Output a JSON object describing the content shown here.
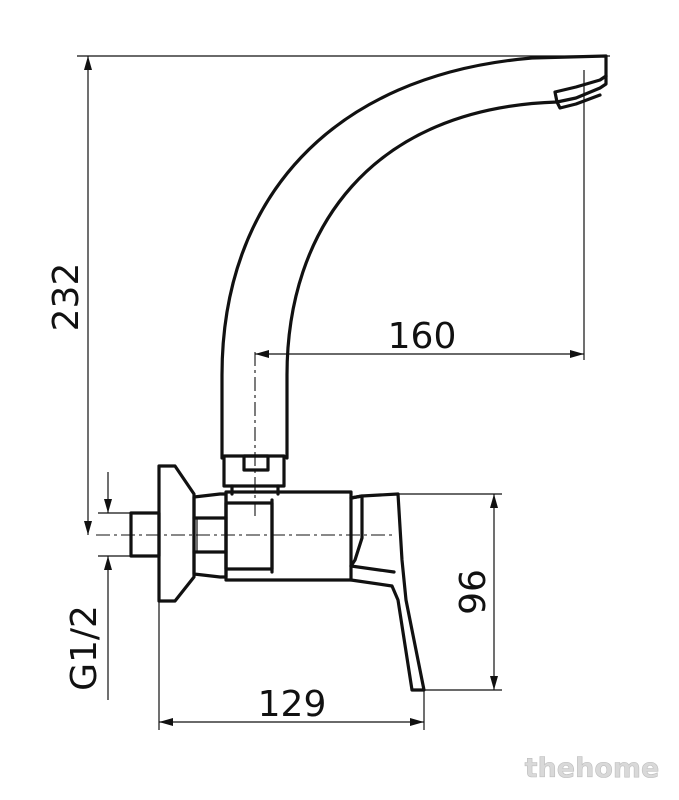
{
  "dimensions": {
    "height_total": "232",
    "spout_reach": "160",
    "handle_height": "96",
    "body_length": "129",
    "thread": "G1/2"
  },
  "watermark": "thehome"
}
